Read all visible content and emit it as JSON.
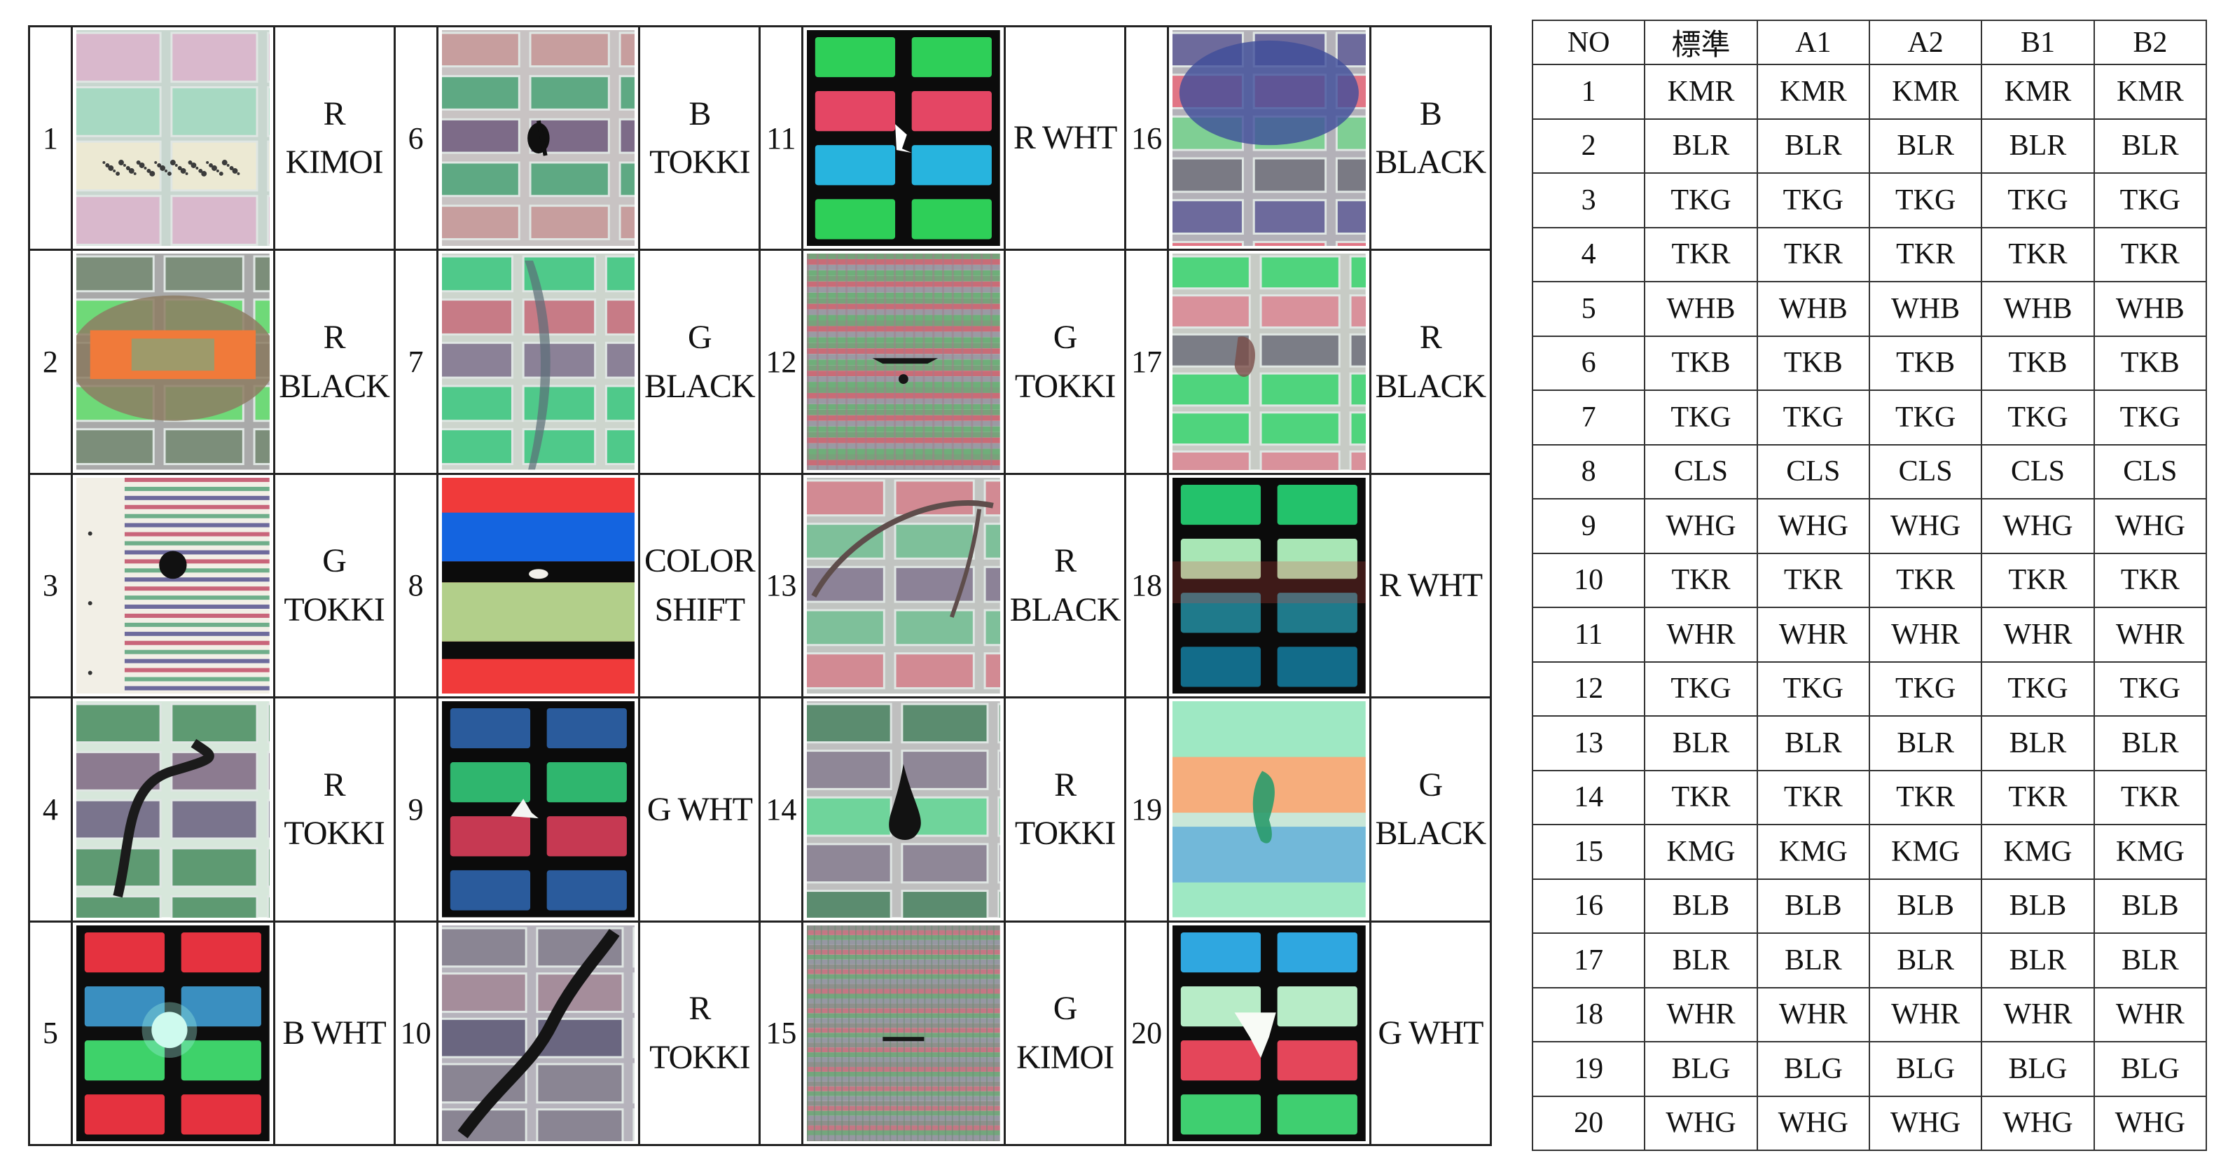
{
  "defects": [
    {
      "no": "1",
      "label": "R KIMOI",
      "img": "pink-rows-stain"
    },
    {
      "no": "2",
      "label": "R BLACK",
      "img": "green-orange-blob"
    },
    {
      "no": "3",
      "label": "G TOKKI",
      "img": "stripe-dot"
    },
    {
      "no": "4",
      "label": "R TOKKI",
      "img": "scratch-curve"
    },
    {
      "no": "5",
      "label": "B WHT",
      "img": "rgb-bright-spot"
    },
    {
      "no": "6",
      "label": "B TOKKI",
      "img": "pink-rows-dot"
    },
    {
      "no": "7",
      "label": "G BLACK",
      "img": "vertical-streak"
    },
    {
      "no": "8",
      "label": "COLOR\nSHIFT",
      "img": "color-shift-bands"
    },
    {
      "no": "9",
      "label": "G WHT",
      "img": "dark-grid-white"
    },
    {
      "no": "10",
      "label": "R TOKKI",
      "img": "diagonal-crack"
    },
    {
      "no": "11",
      "label": "R WHT",
      "img": "rgb-grid-white"
    },
    {
      "no": "12",
      "label": "G TOKKI",
      "img": "fine-stripe-spot"
    },
    {
      "no": "13",
      "label": "R BLACK",
      "img": "fiber-curve"
    },
    {
      "no": "14",
      "label": "R TOKKI",
      "img": "drop-defect"
    },
    {
      "no": "15",
      "label": "G KIMOI",
      "img": "fine-mesh"
    },
    {
      "no": "16",
      "label": "B BLACK",
      "img": "blue-stain"
    },
    {
      "no": "17",
      "label": "R BLACK",
      "img": "small-blob"
    },
    {
      "no": "18",
      "label": "R WHT",
      "img": "green-teal-grid"
    },
    {
      "no": "19",
      "label": "G BLACK",
      "img": "orange-band-blob"
    },
    {
      "no": "20",
      "label": "G WHT",
      "img": "blue-grid-white"
    }
  ],
  "code_table": {
    "headers": [
      "NO",
      "標準",
      "A1",
      "A2",
      "B1",
      "B2"
    ],
    "rows": [
      [
        "1",
        "KMR",
        "KMR",
        "KMR",
        "KMR",
        "KMR"
      ],
      [
        "2",
        "BLR",
        "BLR",
        "BLR",
        "BLR",
        "BLR"
      ],
      [
        "3",
        "TKG",
        "TKG",
        "TKG",
        "TKG",
        "TKG"
      ],
      [
        "4",
        "TKR",
        "TKR",
        "TKR",
        "TKR",
        "TKR"
      ],
      [
        "5",
        "WHB",
        "WHB",
        "WHB",
        "WHB",
        "WHB"
      ],
      [
        "6",
        "TKB",
        "TKB",
        "TKB",
        "TKB",
        "TKB"
      ],
      [
        "7",
        "TKG",
        "TKG",
        "TKG",
        "TKG",
        "TKG"
      ],
      [
        "8",
        "CLS",
        "CLS",
        "CLS",
        "CLS",
        "CLS"
      ],
      [
        "9",
        "WHG",
        "WHG",
        "WHG",
        "WHG",
        "WHG"
      ],
      [
        "10",
        "TKR",
        "TKR",
        "TKR",
        "TKR",
        "TKR"
      ],
      [
        "11",
        "WHR",
        "WHR",
        "WHR",
        "WHR",
        "WHR"
      ],
      [
        "12",
        "TKG",
        "TKG",
        "TKG",
        "TKG",
        "TKG"
      ],
      [
        "13",
        "BLR",
        "BLR",
        "BLR",
        "BLR",
        "BLR"
      ],
      [
        "14",
        "TKR",
        "TKR",
        "TKR",
        "TKR",
        "TKR"
      ],
      [
        "15",
        "KMG",
        "KMG",
        "KMG",
        "KMG",
        "KMG"
      ],
      [
        "16",
        "BLB",
        "BLB",
        "BLB",
        "BLB",
        "BLB"
      ],
      [
        "17",
        "BLR",
        "BLR",
        "BLR",
        "BLR",
        "BLR"
      ],
      [
        "18",
        "WHR",
        "WHR",
        "WHR",
        "WHR",
        "WHR"
      ],
      [
        "19",
        "BLG",
        "BLG",
        "BLG",
        "BLG",
        "BLG"
      ],
      [
        "20",
        "WHG",
        "WHG",
        "WHG",
        "WHG",
        "WHG"
      ]
    ]
  }
}
